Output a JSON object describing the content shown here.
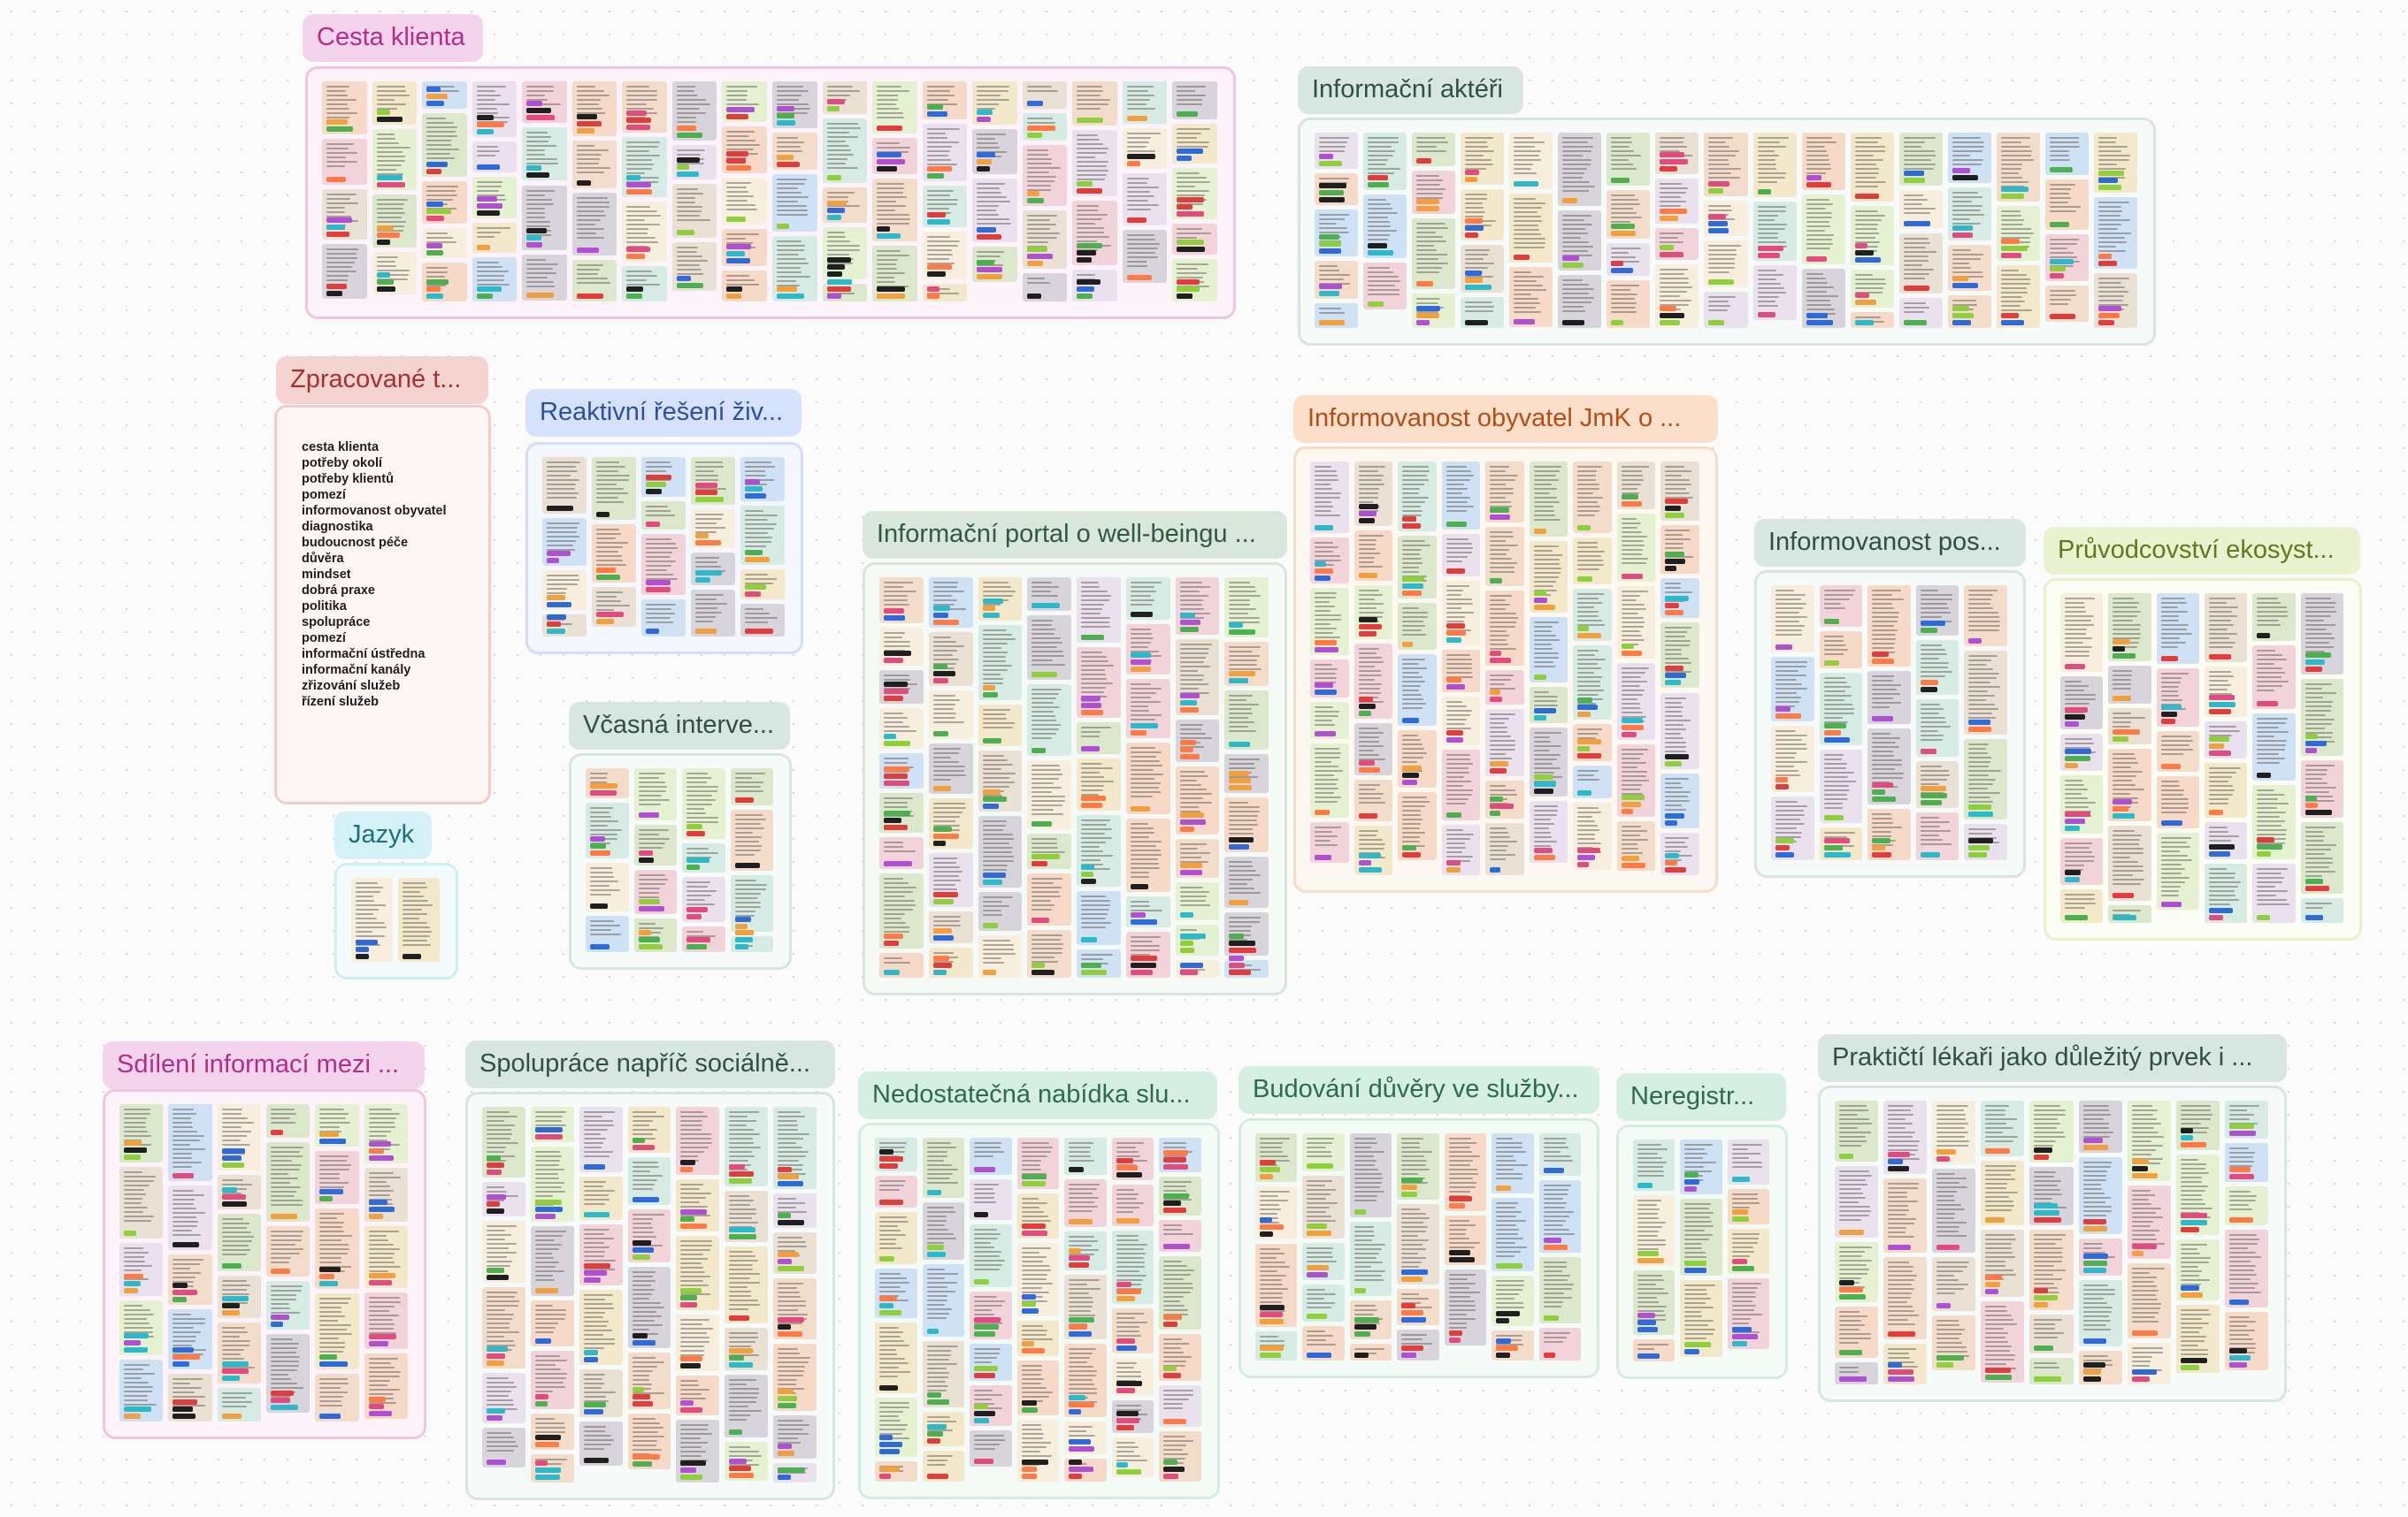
{
  "canvas": {
    "sections": [
      {
        "id": "cesta-klienta",
        "title": "Cesta klienta",
        "theme": "pink",
        "cols": 18,
        "rows": 5,
        "seed": 11
      },
      {
        "id": "informacni-akteri",
        "title": "Informační aktéři",
        "theme": "teal",
        "cols": 17,
        "rows": 4,
        "seed": 23
      },
      {
        "id": "zpracovane-temata",
        "title": "Zpracované t...",
        "theme": "red",
        "cols": 0,
        "rows": 0,
        "seed": 0
      },
      {
        "id": "reaktivni-reseni",
        "title": "Reaktivní řešení živ...",
        "theme": "blue",
        "cols": 5,
        "rows": 4,
        "seed": 37
      },
      {
        "id": "informovanost-obyvatel",
        "title": "Informovanost obyvatel JmK o ...",
        "theme": "orange",
        "cols": 9,
        "rows": 8,
        "seed": 41
      },
      {
        "id": "informacni-portal",
        "title": "Informační portal o well-beingu ...",
        "theme": "green",
        "cols": 8,
        "rows": 8,
        "seed": 53
      },
      {
        "id": "informovanost-pos",
        "title": "Informovanost pos...",
        "theme": "teal",
        "cols": 5,
        "rows": 5,
        "seed": 61
      },
      {
        "id": "pruvodcovstvi",
        "title": "Průvodcovství ekosyst...",
        "theme": "lime",
        "cols": 6,
        "rows": 6,
        "seed": 67
      },
      {
        "id": "vcasna-intervence",
        "title": "Včasná interve...",
        "theme": "teal",
        "cols": 4,
        "rows": 4,
        "seed": 71
      },
      {
        "id": "jazyk",
        "title": "Jazyk",
        "theme": "cyan",
        "cols": 2,
        "rows": 1,
        "seed": 79
      },
      {
        "id": "sdileni-informaci",
        "title": "Sdílení informací mezi ...",
        "theme": "pink",
        "cols": 6,
        "rows": 6,
        "seed": 83
      },
      {
        "id": "spoluprace",
        "title": "Spolupráce napříč sociálně...",
        "theme": "teal",
        "cols": 7,
        "rows": 7,
        "seed": 89
      },
      {
        "id": "nedostatecna-nabidka",
        "title": "Nedostatečná nabídka slu...",
        "theme": "mint",
        "cols": 7,
        "rows": 7,
        "seed": 97
      },
      {
        "id": "budovani-duvery",
        "title": "Budování důvěry ve služby...",
        "theme": "mint",
        "cols": 7,
        "rows": 4,
        "seed": 101
      },
      {
        "id": "neregistr",
        "title": "Neregistr...",
        "theme": "mint",
        "cols": 3,
        "rows": 4,
        "seed": 103
      },
      {
        "id": "prakticti-lekari",
        "title": "Praktičtí lékaři jako důležitý prvek i ...",
        "theme": "teal",
        "cols": 9,
        "rows": 5,
        "seed": 107
      }
    ],
    "tag_list": [
      "cesta klienta",
      "potřeby okolí",
      "potřeby klientů",
      "pomezí",
      "informovanost obyvatel",
      "diagnostika",
      "budoucnost péče",
      "důvěra",
      "mindset",
      "dobrá praxe",
      "politika",
      "spolupráce",
      "pomezí",
      "informační ústředna",
      "informační kanály",
      "zřizování služeb",
      "řízení služeb"
    ],
    "themes": {
      "pink": {
        "label_bg": "#f4d4ec",
        "label_fg": "#b42c8a",
        "border": "#f2c4e1",
        "fill": "#fdf3fa"
      },
      "teal": {
        "label_bg": "#d8e6e1",
        "label_fg": "#2f4f48",
        "border": "#d5e6e0",
        "fill": "#f6fbfa"
      },
      "red": {
        "label_bg": "#f4d3d0",
        "label_fg": "#a8302e",
        "border": "#f1cdca",
        "fill": "#fdf6f5"
      },
      "blue": {
        "label_bg": "#d6e2fb",
        "label_fg": "#2c4fa0",
        "border": "#d3def7",
        "fill": "#f4f7fe"
      },
      "orange": {
        "label_bg": "#fbdfca",
        "label_fg": "#b24e16",
        "border": "#f8dcc8",
        "fill": "#fef8f3"
      },
      "green": {
        "label_bg": "#d9e6dc",
        "label_fg": "#2f5a3c",
        "border": "#d7e5da",
        "fill": "#f6faf7"
      },
      "lime": {
        "label_bg": "#eaf3cf",
        "label_fg": "#5d7a1c",
        "border": "#e8f1cc",
        "fill": "#fcfdf4"
      },
      "cyan": {
        "label_bg": "#d4f1f6",
        "label_fg": "#1d6f80",
        "border": "#cfeef4",
        "fill": "#f3fbfd"
      },
      "mint": {
        "label_bg": "#d5efe2",
        "label_fg": "#2d6b4c",
        "border": "#d2ede0",
        "fill": "#f4fbf7"
      }
    },
    "note_colors": [
      "#f4dccb",
      "#dbe8cc",
      "#f3e8c9",
      "#d8d4dc",
      "#cfe1f5",
      "#f2d3d9",
      "#e4f2d2",
      "#eae0d4",
      "#f8eedd",
      "#d5ebe3",
      "#f7d9c7",
      "#e9e1ee"
    ],
    "tag_colors": [
      "#e34b7f",
      "#2e6bd9",
      "#f2a03d",
      "#1f1f1f",
      "#8fcf3c",
      "#ff7a45",
      "#b04fd1",
      "#2cb9c9",
      "#e23d3d",
      "#4caf50"
    ]
  }
}
